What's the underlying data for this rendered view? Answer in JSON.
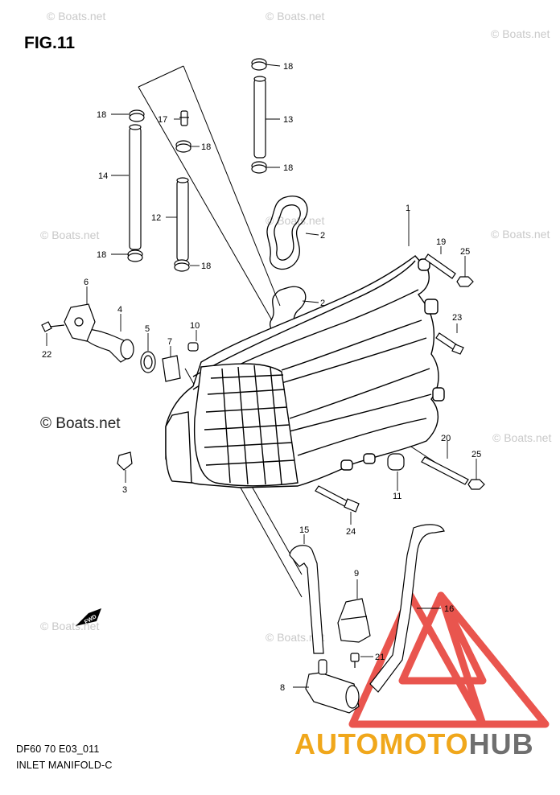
{
  "figure": {
    "title": "FIG.11",
    "code": "DF60 70 E03_011",
    "name": "INLET MANIFOLD-C"
  },
  "watermark": {
    "text": "© Boats.net",
    "color": "#c9c9c9"
  },
  "brand": {
    "part1": "AUTOMOTO",
    "part2": "HUB",
    "accent_color": "#f0a71b",
    "secondary_color": "#6f6f6f",
    "logo_color": "#e8473f"
  },
  "fwd_icon": "FWD",
  "callouts": {
    "c1": "1",
    "c2a": "2",
    "c2b": "2",
    "c3": "3",
    "c4": "4",
    "c5": "5",
    "c6": "6",
    "c7": "7",
    "c8": "8",
    "c9": "9",
    "c10": "10",
    "c11": "11",
    "c12": "12",
    "c13": "13",
    "c14": "14",
    "c15": "15",
    "c16": "16",
    "c17": "17",
    "c18a": "18",
    "c18b": "18",
    "c18c": "18",
    "c18d": "18",
    "c18e": "18",
    "c18f": "18",
    "c19": "19",
    "c20": "20",
    "c21": "21",
    "c22": "22",
    "c23": "23",
    "c24": "24",
    "c25a": "25",
    "c25b": "25"
  }
}
